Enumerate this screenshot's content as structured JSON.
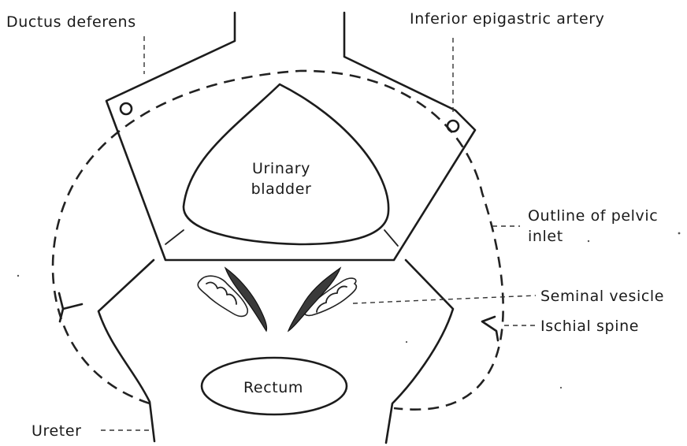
{
  "labels": {
    "ductus_deferens": "Ductus deferens",
    "inferior_epigastric_artery": "Inferior epigastric artery",
    "urinary_bladder_line1": "Urinary",
    "urinary_bladder_line2": "bladder",
    "outline_pelvic_inlet_line1": "Outline of  pelvic",
    "outline_pelvic_inlet_line2": "inlet",
    "seminal_vesicle": "Seminal vesicle",
    "ischial_spine": "Ischial spine",
    "rectum": "Rectum",
    "ureter": "Ureter"
  }
}
